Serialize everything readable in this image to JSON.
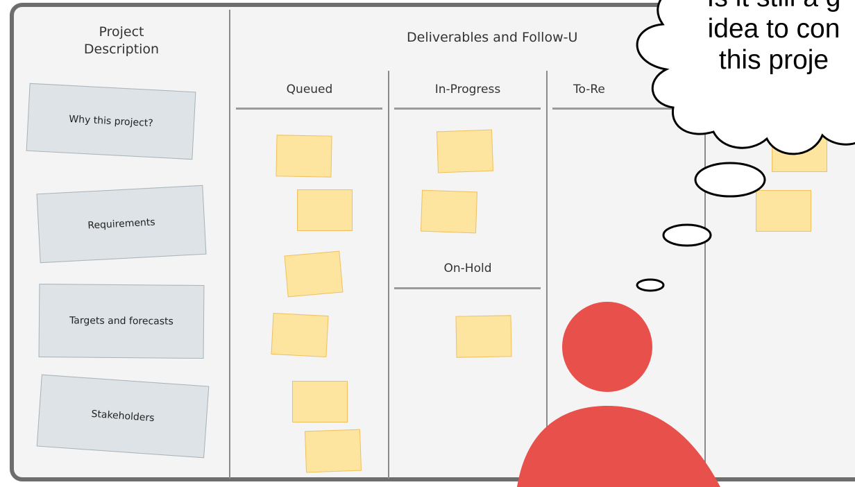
{
  "board": {
    "description_title": "Project\nDescription",
    "deliverables_title": "Deliverables and Follow-U",
    "columns": {
      "queued": "Queued",
      "in_progress": "In-Progress",
      "to_review": "To-Re",
      "on_hold": "On-Hold"
    },
    "description_cards": {
      "why": "Why this project?",
      "requirements": "Requirements",
      "targets": "Targets and forecasts",
      "stakeholders": "Stakeholders"
    }
  },
  "thought": {
    "text": "Is it still a g\nidea to con\nthis proje"
  },
  "colors": {
    "board_bg": "#f4f4f4",
    "board_border": "#6d6d6d",
    "card_bg": "#dde3e6",
    "sticky_note": "#fde5a0",
    "person": "#e8504b"
  },
  "person_icon": "person-icon",
  "thought_icon": "thought-bubble-icon"
}
